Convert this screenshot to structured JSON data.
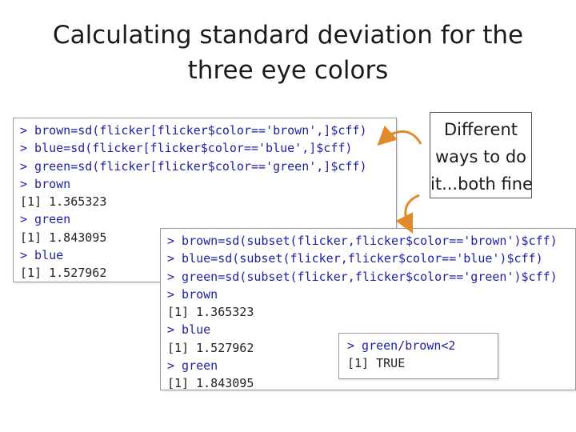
{
  "title": {
    "line1": "Calculating standard deviation for the",
    "line2": "three eye colors"
  },
  "note": {
    "line1": "Different",
    "line2": "ways to do",
    "line3": "it...both fine"
  },
  "console1": {
    "lines": [
      {
        "text": "> brown=sd(flicker[flicker$color=='brown',]$cff)",
        "kind": "cmd"
      },
      {
        "text": "> blue=sd(flicker[flicker$color=='blue',]$cff)",
        "kind": "cmd"
      },
      {
        "text": "> green=sd(flicker[flicker$color=='green',]$cff)",
        "kind": "cmd"
      },
      {
        "text": "> brown",
        "kind": "cmd"
      },
      {
        "text": "[1] 1.365323",
        "kind": "out"
      },
      {
        "text": "> green",
        "kind": "cmd"
      },
      {
        "text": "[1] 1.843095",
        "kind": "out"
      },
      {
        "text": "> blue",
        "kind": "cmd"
      },
      {
        "text": "[1] 1.527962",
        "kind": "out"
      }
    ]
  },
  "console2": {
    "lines": [
      {
        "text": "> brown=sd(subset(flicker,flicker$color=='brown')$cff)",
        "kind": "cmd"
      },
      {
        "text": "> blue=sd(subset(flicker,flicker$color=='blue')$cff)",
        "kind": "cmd"
      },
      {
        "text": "> green=sd(subset(flicker,flicker$color=='green')$cff)",
        "kind": "cmd"
      },
      {
        "text": "> brown",
        "kind": "cmd"
      },
      {
        "text": "[1] 1.365323",
        "kind": "out"
      },
      {
        "text": "> blue",
        "kind": "cmd"
      },
      {
        "text": "[1] 1.527962",
        "kind": "out"
      },
      {
        "text": "> green",
        "kind": "cmd"
      },
      {
        "text": "[1] 1.843095",
        "kind": "out"
      }
    ]
  },
  "console3": {
    "lines": [
      {
        "text": "> green/brown<2",
        "kind": "cmd"
      },
      {
        "text": "[1] TRUE",
        "kind": "out"
      }
    ]
  },
  "colors": {
    "command_text": "#1b1fa8",
    "output_text": "#222222",
    "arrow": "#e08a2c"
  }
}
